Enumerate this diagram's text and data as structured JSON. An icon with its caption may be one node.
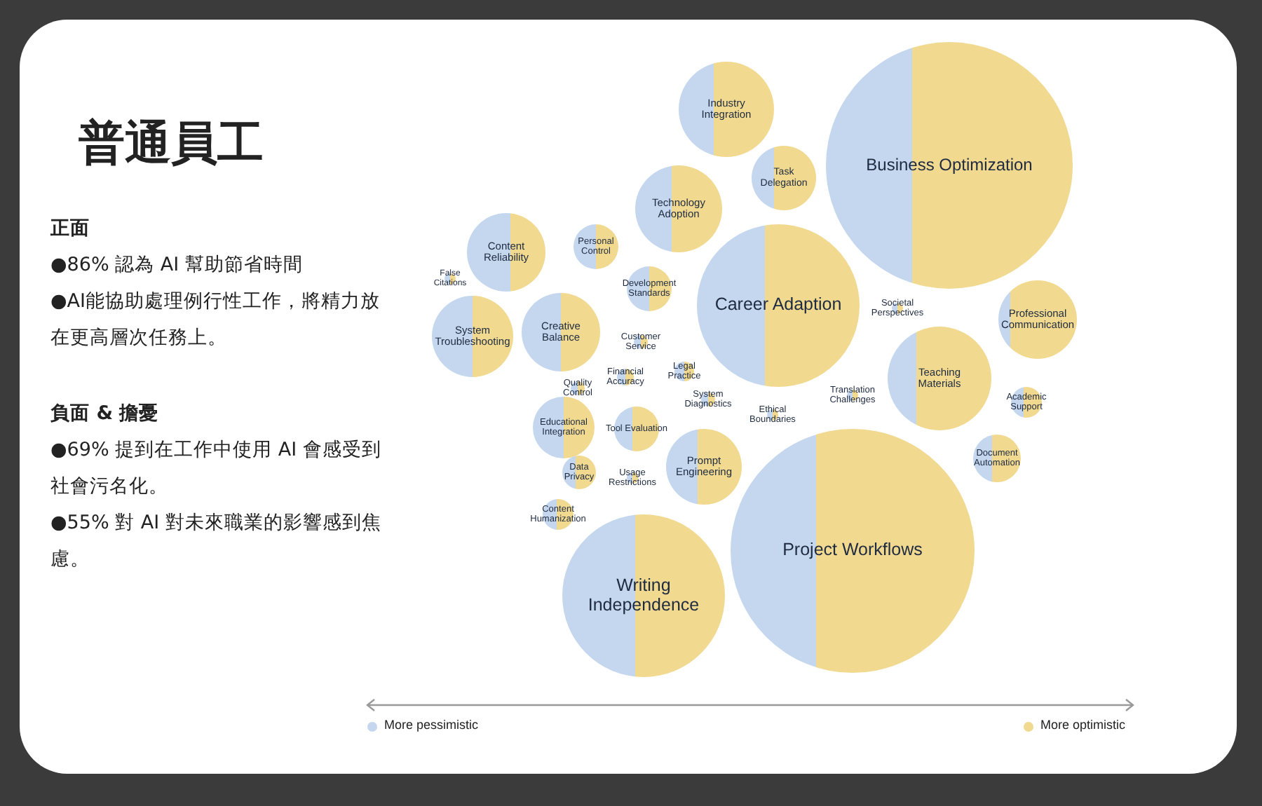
{
  "diagram": {
    "title": "普通員工",
    "nodes": [
      {
        "text": [
          "Industry Integration"
        ]
      },
      {
        "text": [
          "Task Delegation"
        ]
      },
      {
        "text": [
          "Business Optimization"
        ]
      },
      {
        "text": [
          "Technology Adoption"
        ]
      },
      {
        "text": [
          "Content Reliability"
        ]
      },
      {
        "text": [
          "Personal Control"
        ]
      },
      {
        "text": [
          "False Citations"
        ]
      },
      {
        "text": [
          "Development Standards"
        ]
      },
      {
        "text": [
          "Career Adaption"
        ]
      },
      {
        "text": [
          "Societal Perspectives"
        ]
      },
      {
        "text": [
          "Professional Communication"
        ]
      },
      {
        "text": [
          "System Troubleshooting"
        ]
      },
      {
        "text": [
          "Creative Balance"
        ]
      },
      {
        "text": [
          "Customer Service"
        ]
      },
      {
        "text": [
          "Teaching Materials"
        ]
      },
      {
        "text": [
          "Financial Accuracy"
        ]
      },
      {
        "text": [
          "Legal Practice"
        ]
      },
      {
        "text": [
          "Quality Control"
        ]
      },
      {
        "text": [
          "System Diagnostics"
        ]
      },
      {
        "text": [
          "Translation Challenges"
        ]
      },
      {
        "text": [
          "Academic Support"
        ]
      },
      {
        "text": [
          "Ethical Boundaries"
        ]
      },
      {
        "text": [
          "Educational Integration"
        ]
      },
      {
        "text": [
          "Tool Evaluation"
        ]
      },
      {
        "text": [
          "Document Automation"
        ]
      },
      {
        "text": [
          "Prompt Engineering"
        ]
      },
      {
        "text": [
          "Data Privacy"
        ]
      },
      {
        "text": [
          "Usage Restrictions"
        ]
      },
      {
        "text": [
          "Project Workflows"
        ]
      },
      {
        "text": [
          "Content Humanization"
        ]
      },
      {
        "text": [
          "Writing Independence"
        ]
      }
    ],
    "labels": [
      "正面",
      "●86% 認為 AI 幫助節省時間",
      "●AI能協助處理例行性工作，將精力放在更高層次任務上。",
      "負面 & 擔憂",
      "●69% 提到在工作中使用 AI 會感受到社會污名化。",
      "●55% 對 AI 對未來職業的影響感到焦慮。"
    ],
    "legend": [
      {
        "text": "More pessimistic",
        "color": "#c5d7ee"
      },
      {
        "text": "More optimistic",
        "color": "#f1d98f"
      }
    ]
  }
}
